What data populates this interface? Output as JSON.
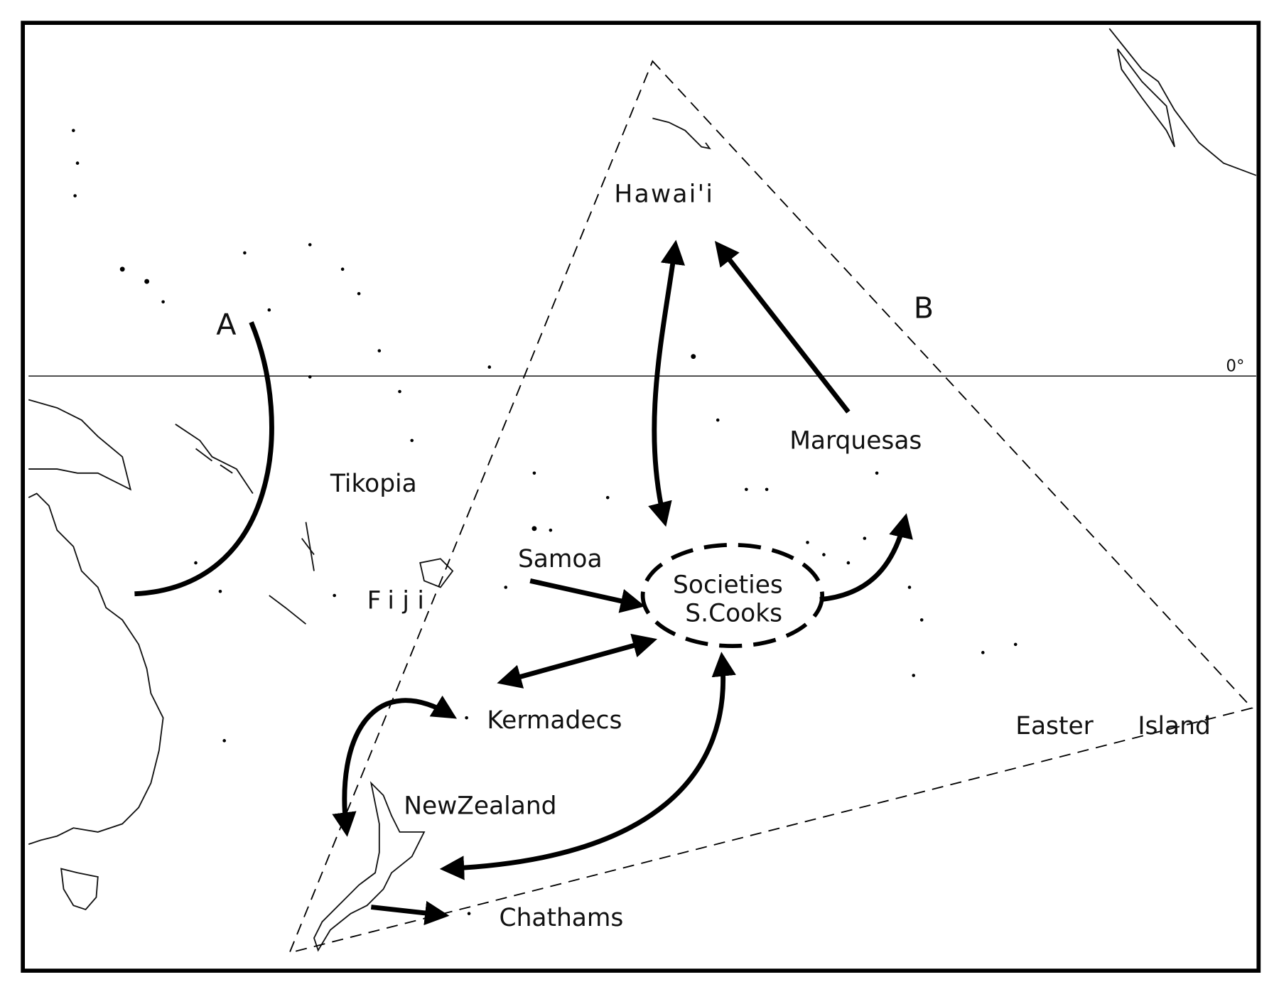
{
  "map": {
    "region_labels": {
      "a": "A",
      "b": "B",
      "equator": "0°"
    },
    "places": {
      "hawaii": "Hawai'i",
      "marquesas": "Marquesas",
      "tikopia": "Tikopia",
      "samoa": "Samoa",
      "fiji": "Fiji",
      "societies": "Societies",
      "s_cooks": "S.Cooks",
      "kermadecs": "Kermadecs",
      "easter": "Easter",
      "island": "Island",
      "new_zealand": "NewZealand",
      "chathams": "Chathams"
    },
    "colors": {
      "ink": "#000000",
      "background": "#ffffff"
    }
  }
}
